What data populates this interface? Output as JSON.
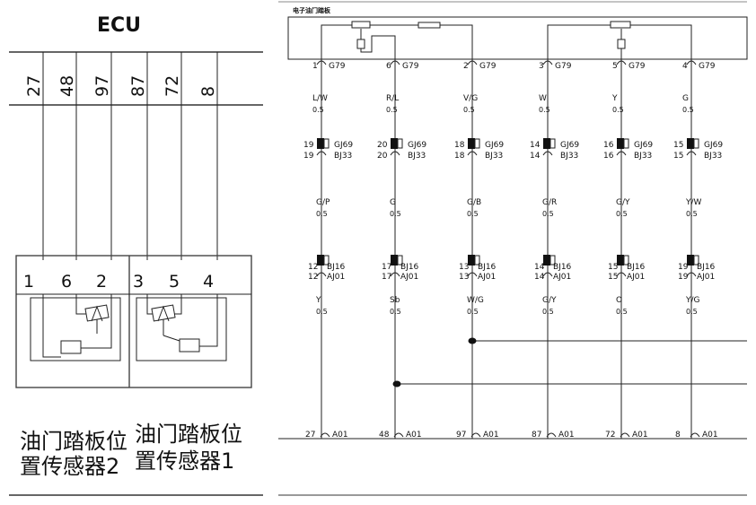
{
  "left": {
    "ecu_title": "ECU",
    "ecu_pins": [
      "27",
      "48",
      "97",
      "87",
      "72",
      "8"
    ],
    "sensor_pins": [
      "1",
      "6",
      "2",
      "3",
      "5",
      "4"
    ],
    "sensor2_label": [
      "油门踏板位",
      "置传感器2"
    ],
    "sensor1_label": [
      "油门踏板位",
      "置传感器1"
    ]
  },
  "right": {
    "title": "电子油门踏板",
    "columns": [
      {
        "g79_pin": "1",
        "g79": "G79",
        "wire1": "L/W",
        "size1": "0.5",
        "gj69_pin": "19",
        "gj69": "GJ69",
        "bj33_pin": "19",
        "bj33": "BJ33",
        "wire2": "G/P",
        "size2": "0.5",
        "bj16_pin": "12",
        "bj16": "BJ16",
        "aj01_pin": "12",
        "aj01": "AJ01",
        "wire3": "Y",
        "size3": "0.5",
        "a01_pin": "27",
        "a01": "A01"
      },
      {
        "g79_pin": "6",
        "g79": "G79",
        "wire1": "R/L",
        "size1": "0.5",
        "gj69_pin": "20",
        "gj69": "GJ69",
        "bj33_pin": "20",
        "bj33": "BJ33",
        "wire2": "G",
        "size2": "0.5",
        "bj16_pin": "17",
        "bj16": "BJ16",
        "aj01_pin": "17",
        "aj01": "AJ01",
        "wire3": "Sb",
        "size3": "0.5",
        "a01_pin": "48",
        "a01": "A01"
      },
      {
        "g79_pin": "2",
        "g79": "G79",
        "wire1": "V/G",
        "size1": "0.5",
        "gj69_pin": "18",
        "gj69": "GJ69",
        "bj33_pin": "18",
        "bj33": "BJ33",
        "wire2": "G/B",
        "size2": "0.5",
        "bj16_pin": "13",
        "bj16": "BJ16",
        "aj01_pin": "13",
        "aj01": "AJ01",
        "wire3": "W/G",
        "size3": "0.5",
        "a01_pin": "97",
        "a01": "A01"
      },
      {
        "g79_pin": "3",
        "g79": "G79",
        "wire1": "W",
        "size1": "0.5",
        "gj69_pin": "14",
        "gj69": "GJ69",
        "bj33_pin": "14",
        "bj33": "BJ33",
        "wire2": "G/R",
        "size2": "0.5",
        "bj16_pin": "14",
        "bj16": "BJ16",
        "aj01_pin": "14",
        "aj01": "AJ01",
        "wire3": "G/Y",
        "size3": "0.5",
        "a01_pin": "87",
        "a01": "A01"
      },
      {
        "g79_pin": "5",
        "g79": "G79",
        "wire1": "Y",
        "size1": "0.5",
        "gj69_pin": "16",
        "gj69": "GJ69",
        "bj33_pin": "16",
        "bj33": "BJ33",
        "wire2": "G/Y",
        "size2": "0.5",
        "bj16_pin": "15",
        "bj16": "BJ16",
        "aj01_pin": "15",
        "aj01": "AJ01",
        "wire3": "O",
        "size3": "0.5",
        "a01_pin": "72",
        "a01": "A01"
      },
      {
        "g79_pin": "4",
        "g79": "G79",
        "wire1": "G",
        "size1": "0.5",
        "gj69_pin": "15",
        "gj69": "GJ69",
        "bj33_pin": "15",
        "bj33": "BJ33",
        "wire2": "Y/W",
        "size2": "0.5",
        "bj16_pin": "19",
        "bj16": "BJ16",
        "aj01_pin": "19",
        "aj01": "AJ01",
        "wire3": "Y/G",
        "size3": "0.5",
        "a01_pin": "8",
        "a01": "A01"
      }
    ]
  }
}
